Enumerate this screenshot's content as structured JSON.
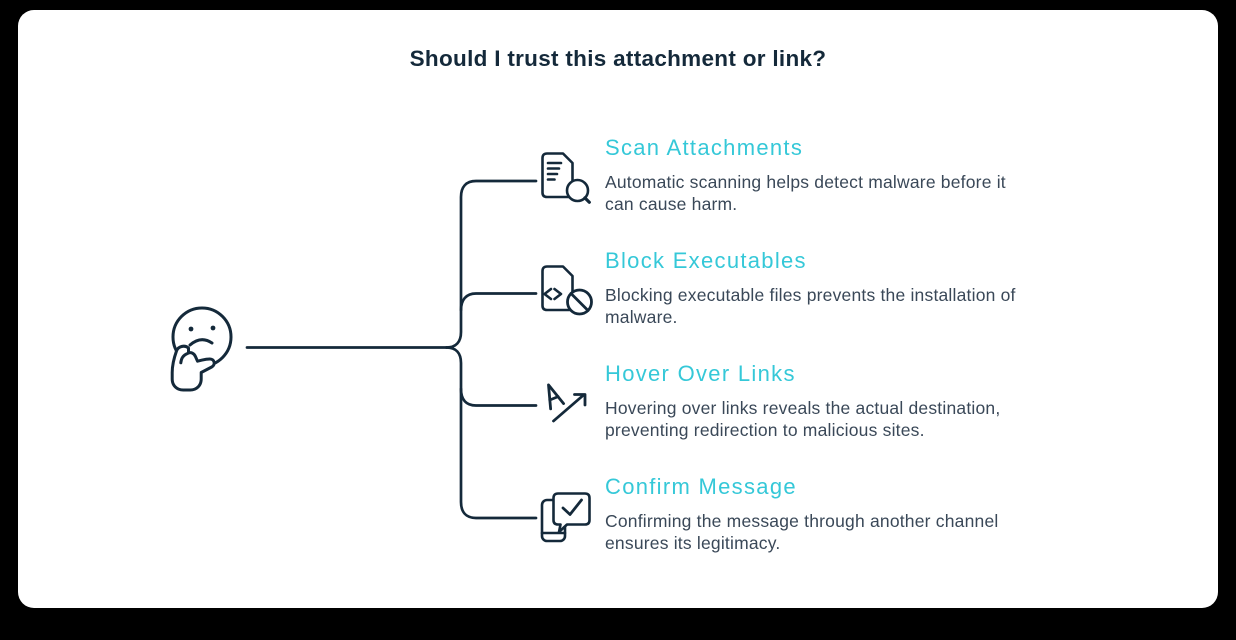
{
  "title": "Should I trust this attachment or link?",
  "figure": "thinking-face-icon",
  "items": [
    {
      "heading": "Scan Attachments",
      "description": "Automatic scanning helps detect malware before it\ncan cause harm.",
      "icon": "document-scan-icon"
    },
    {
      "heading": "Block Executables",
      "description": "Blocking executable files prevents the installation of\nmalware.",
      "icon": "blocked-executable-file-icon"
    },
    {
      "heading": "Hover Over Links",
      "description": "Hovering over links reveals the actual destination,\npreventing redirection to malicious sites.",
      "icon": "cursor-hover-link-icon"
    },
    {
      "heading": "Confirm Message",
      "description": "Confirming the message through another channel\nensures its legitimacy.",
      "icon": "message-check-icon"
    }
  ],
  "colors": {
    "bg": "#000000",
    "card": "#ffffff",
    "ink": "#14293a",
    "accent": "#35c8d8",
    "text": "#3a4858"
  }
}
